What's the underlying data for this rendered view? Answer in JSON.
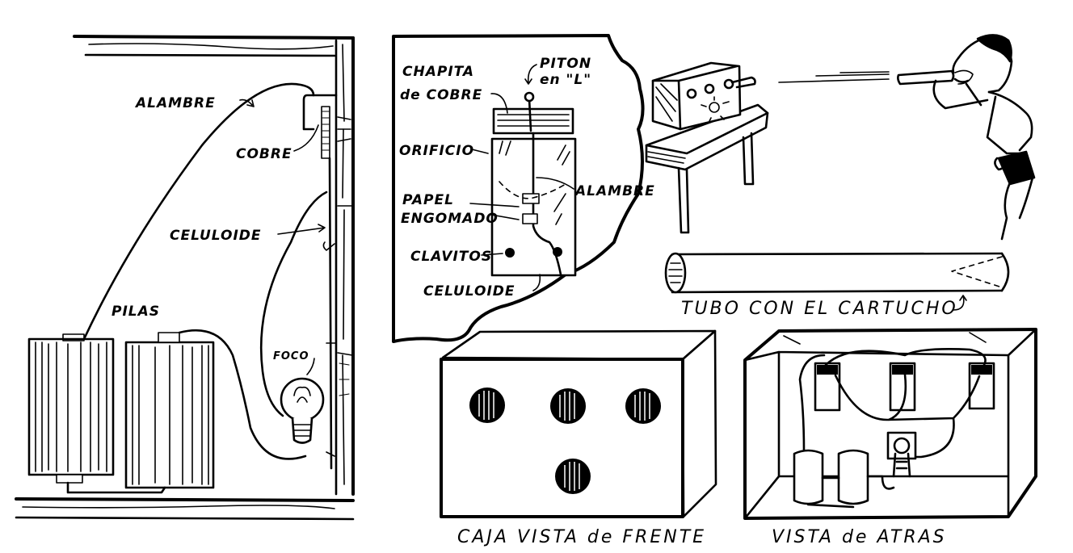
{
  "figure": {
    "panels": {
      "side_section": {
        "labels": {
          "alambre": "ALAMBRE",
          "cobre": "COBRE",
          "celuloide": "CELULOIDE",
          "pilas": "PILAS",
          "foco": "FOCO"
        }
      },
      "contact_detail": {
        "labels": {
          "chapita_line1": "CHAPITA",
          "chapita_line2": "de COBRE",
          "piton_line1": "PITON",
          "piton_line2": "en \"L\"",
          "orificio": "ORIFICIO",
          "alambre": "ALAMBRE",
          "papel_line1": "PAPEL",
          "papel_line2": "ENGOMADO",
          "clavitos": "CLAVITOS",
          "celuloide": "CELULOIDE"
        }
      },
      "scene": {
        "tube_caption": "TUBO CON EL CARTUCHO"
      },
      "front_view": {
        "caption": "CAJA  VISTA de FRENTE",
        "hole_count": 4
      },
      "back_view": {
        "caption": "VISTA de ATRAS",
        "contact_count": 3,
        "battery_count": 2
      }
    }
  }
}
